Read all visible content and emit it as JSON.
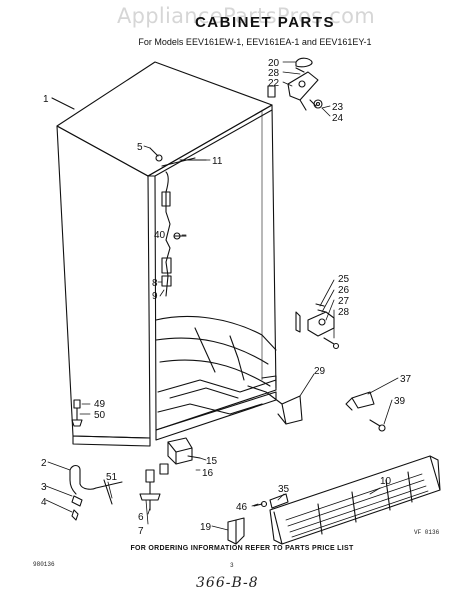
{
  "watermark": "AppliancePartsPros.com",
  "header": {
    "title": "CABINET PARTS",
    "subtitle": "For Models EEV161EW-1, EEV161EA-1 and EEV161EY-1"
  },
  "callouts": [
    {
      "id": "c1",
      "label": "1"
    },
    {
      "id": "c2",
      "label": "2"
    },
    {
      "id": "c3",
      "label": "3"
    },
    {
      "id": "c4",
      "label": "4"
    },
    {
      "id": "c5",
      "label": "5"
    },
    {
      "id": "c6",
      "label": "6"
    },
    {
      "id": "c7",
      "label": "7"
    },
    {
      "id": "c8",
      "label": "8"
    },
    {
      "id": "c9",
      "label": "9"
    },
    {
      "id": "c10",
      "label": "10"
    },
    {
      "id": "c11",
      "label": "11"
    },
    {
      "id": "c15",
      "label": "15"
    },
    {
      "id": "c16",
      "label": "16"
    },
    {
      "id": "c19",
      "label": "19"
    },
    {
      "id": "c20",
      "label": "20"
    },
    {
      "id": "c22",
      "label": "22"
    },
    {
      "id": "c23",
      "label": "23"
    },
    {
      "id": "c24",
      "label": "24"
    },
    {
      "id": "c25",
      "label": "25"
    },
    {
      "id": "c26",
      "label": "26"
    },
    {
      "id": "c27",
      "label": "27"
    },
    {
      "id": "c28a",
      "label": "28"
    },
    {
      "id": "c28b",
      "label": "28"
    },
    {
      "id": "c29",
      "label": "29"
    },
    {
      "id": "c35",
      "label": "35"
    },
    {
      "id": "c37",
      "label": "37"
    },
    {
      "id": "c39",
      "label": "39"
    },
    {
      "id": "c40",
      "label": "40"
    },
    {
      "id": "c46",
      "label": "46"
    },
    {
      "id": "c49",
      "label": "49"
    },
    {
      "id": "c50",
      "label": "50"
    },
    {
      "id": "c51",
      "label": "51"
    }
  ],
  "footer": {
    "ordering_note": "FOR ORDERING INFORMATION REFER TO PARTS PRICE LIST",
    "figure_code": "VF 0136",
    "page_code": "980136",
    "page_number": "3",
    "handwritten_note": "366-B-8"
  }
}
